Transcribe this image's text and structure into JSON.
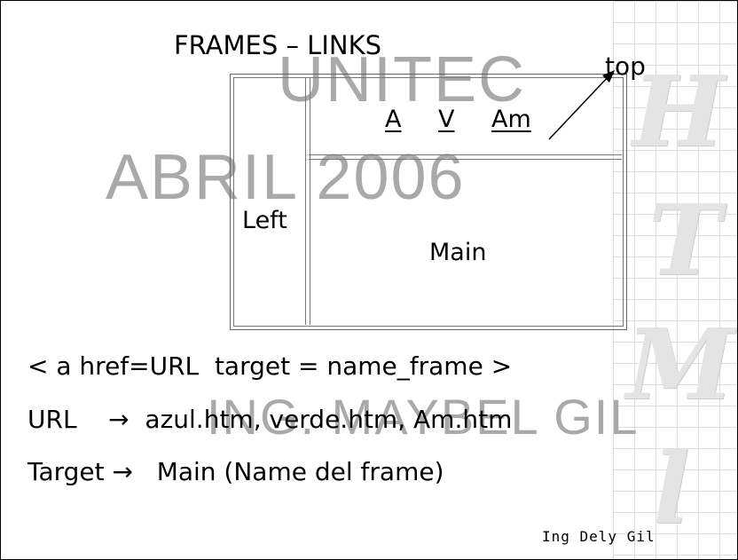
{
  "slide": {
    "title": "FRAMES – LINKS",
    "watermark": {
      "line1": "UNITEC",
      "line2": "ABRIL 2006",
      "line3": "ING. MAYBEL GIL"
    },
    "diagram": {
      "top_label": "top",
      "links": [
        "A",
        "V",
        "Am"
      ],
      "left_label": "Left",
      "main_label": "Main"
    },
    "code_lines": [
      "< a href=URL  target = name_frame >",
      "URL    →  azul.htm, verde.htm, Am.htm",
      "Target →   Main (Name del frame)"
    ],
    "footer": "Ing Dely Gil"
  }
}
